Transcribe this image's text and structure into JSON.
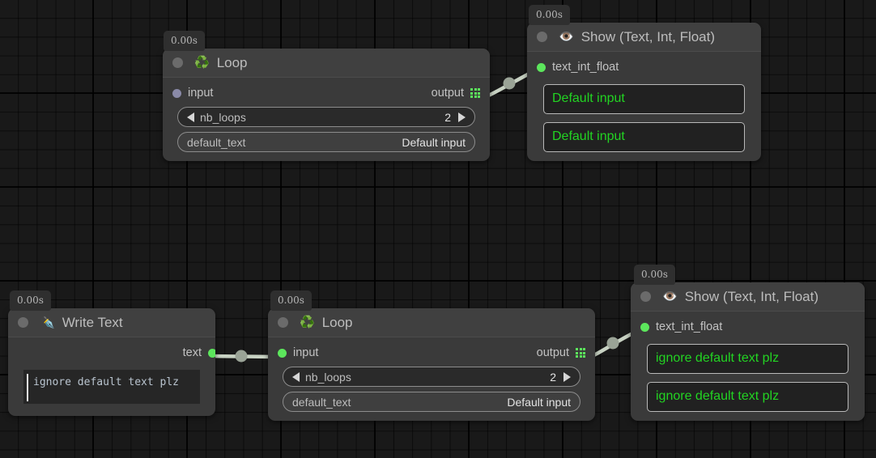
{
  "canvas": {
    "background": "#191919",
    "grid_minor": "#101010",
    "grid_major": "#0a0a0a",
    "accent_green": "#5ce65c",
    "value_green": "#22d422",
    "edge_color": "#c8d2c3"
  },
  "nodes": [
    {
      "id": "loop-top",
      "timer": "0.00s",
      "icon": "recycle-icon",
      "icon_glyph": "♻️",
      "title": "Loop",
      "input_port": {
        "label": "input",
        "state": "unconnected"
      },
      "output_port": {
        "label": "output",
        "state": "list"
      },
      "params": [
        {
          "name": "nb_loops",
          "value": "2",
          "type": "stepper"
        },
        {
          "name": "default_text",
          "value": "Default input",
          "type": "text"
        }
      ]
    },
    {
      "id": "show-top",
      "timer": "0.00s",
      "icon": "eye-icon",
      "icon_glyph": "👁️",
      "title": "Show (Text, Int, Float)",
      "input_port": {
        "label": "text_int_float",
        "state": "connected"
      },
      "outputs": [
        "Default input",
        "Default input"
      ]
    },
    {
      "id": "write-text",
      "timer": "0.00s",
      "icon": "pen-nib-icon",
      "icon_glyph": "✒️",
      "title": "Write Text",
      "output_port": {
        "label": "text",
        "state": "connected"
      },
      "text_value": "ignore default text plz"
    },
    {
      "id": "loop-bottom",
      "timer": "0.00s",
      "icon": "recycle-icon",
      "icon_glyph": "♻️",
      "title": "Loop",
      "input_port": {
        "label": "input",
        "state": "connected"
      },
      "output_port": {
        "label": "output",
        "state": "list"
      },
      "params": [
        {
          "name": "nb_loops",
          "value": "2",
          "type": "stepper"
        },
        {
          "name": "default_text",
          "value": "Default input",
          "type": "text"
        }
      ]
    },
    {
      "id": "show-bottom",
      "timer": "0.00s",
      "icon": "eye-icon",
      "icon_glyph": "👁️",
      "title": "Show (Text, Int, Float)",
      "input_port": {
        "label": "text_int_float",
        "state": "connected"
      },
      "outputs": [
        "ignore default text plz",
        "ignore default text plz"
      ]
    }
  ],
  "edges": [
    {
      "from": "loop-top.output",
      "to": "show-top.text_int_float"
    },
    {
      "from": "write-text.text",
      "to": "loop-bottom.input"
    },
    {
      "from": "loop-bottom.output",
      "to": "show-bottom.text_int_float"
    }
  ]
}
